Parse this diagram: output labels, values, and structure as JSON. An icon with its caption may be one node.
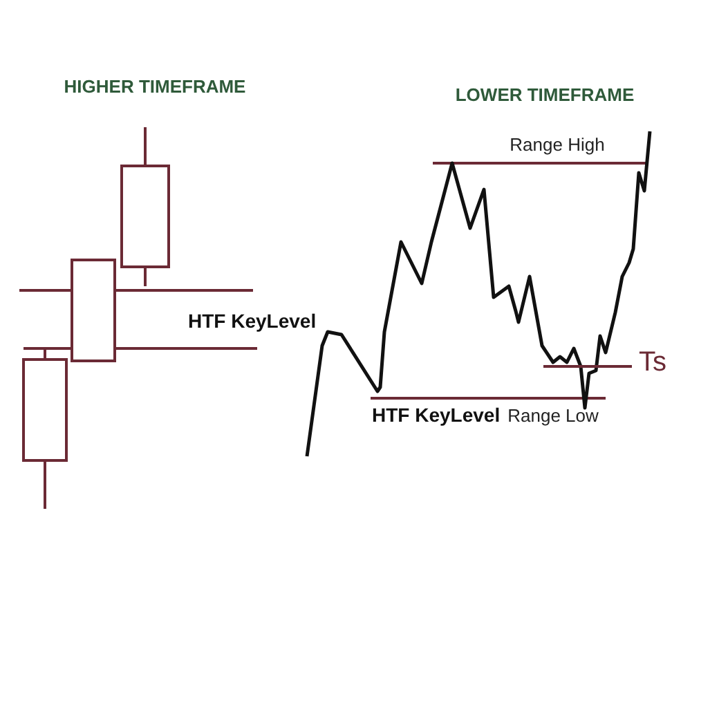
{
  "diagram": {
    "labels": [
      "HIGHER TIMEFRAME",
      "LOWER TIMEFRAME",
      "Range High",
      "HTF KeyLevel",
      "HTF KeyLevel",
      "Range Low",
      "Ts"
    ]
  }
}
